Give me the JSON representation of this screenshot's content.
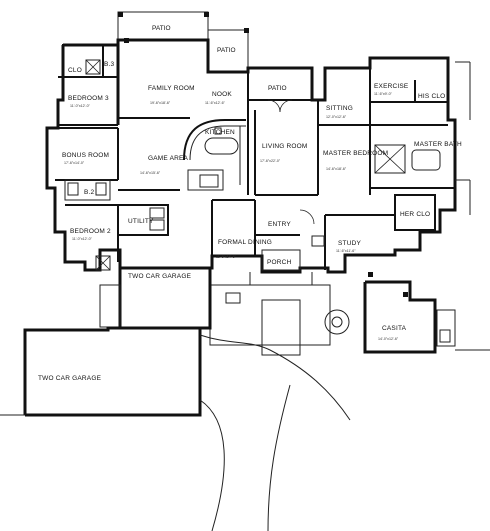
{
  "rooms": {
    "patio_top": "PATIO",
    "patio_top2": "PATIO",
    "patio_mid": "PATIO",
    "clo": "CLO",
    "bedroom3": "BEDROOM 3",
    "bedroom3_dim": "11'-0\"x12'-0\"",
    "family_room": "FAMILY ROOM",
    "family_room_dim": "19'-6\"x18'-6\"",
    "nook": "NOOK",
    "nook_dim": "11'-6\"x12'-6\"",
    "kitchen": "KITCHEN",
    "bonus_room": "BONUS ROOM",
    "bonus_room_dim": "17'-6\"x14'-0\"",
    "game_area": "GAME AREA",
    "game_area_dim": "14'-6\"x15'-6\"",
    "living_room": "LIVING ROOM",
    "living_room_dim": "17'-6\"x22'-0\"",
    "sitting": "SITTING",
    "sitting_dim": "12'-0\"x12'-6\"",
    "exercise": "EXERCISE",
    "exercise_dim": "11'-6\"x9'-0\"",
    "his_clo": "HIS CLO",
    "master_bedroom": "MASTER BEDROOM",
    "master_bedroom_dim": "14'-6\"x18'-6\"",
    "master_bath": "MASTER BATH",
    "her_clo": "HER CLO",
    "bedroom2": "BEDROOM 2",
    "bedroom2_dim": "11'-0\"x12'-0\"",
    "utility": "UTILITY",
    "formal_dining": "FORMAL DINING",
    "formal_dining_dim": "11'-6\"x14'-6\"",
    "entry": "ENTRY",
    "porch": "PORCH",
    "study": "STUDY",
    "study_dim": "11'-6\"x11'-6\"",
    "two_car_garage_a": "TWO CAR GARAGE",
    "two_car_garage_b": "TWO CAR GARAGE",
    "casita": "CASITA",
    "casita_dim": "14'-0\"x12'-6\""
  }
}
